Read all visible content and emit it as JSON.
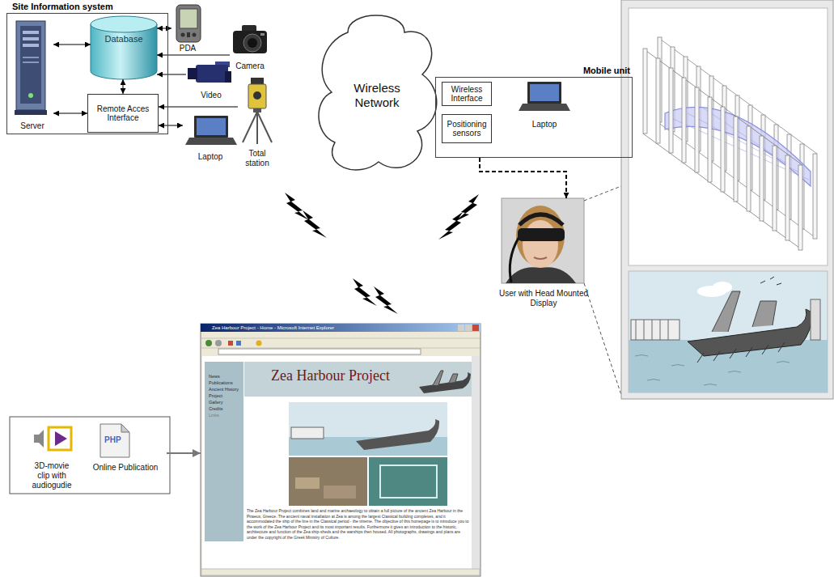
{
  "diagram": {
    "nodes": [
      {
        "text": [
          "Site Information system"
        ]
      },
      {
        "text": [
          "Server"
        ],
        "in": 0
      },
      {
        "text": [
          "Database"
        ],
        "in": 0
      },
      {
        "text": [
          "Remote Acces Interface"
        ],
        "in": 0
      },
      {
        "text": [
          "PDA"
        ]
      },
      {
        "text": [
          "Camera"
        ]
      },
      {
        "text": [
          "Video"
        ]
      },
      {
        "text": [
          "Total station"
        ]
      },
      {
        "text": [
          "Laptop"
        ]
      },
      {
        "text": [
          "Wireless Network"
        ]
      },
      {
        "text": [
          "Mobile unit"
        ]
      },
      {
        "text": [
          "Wireless Interface"
        ],
        "in": 10
      },
      {
        "text": [
          "Positioning sensors"
        ],
        "in": 10
      },
      {
        "text": [
          "Laptop"
        ],
        "in": 10
      },
      {
        "text": [
          "User with Head Mounted Display"
        ]
      },
      {
        "text": [
          "3D-movie clip with audiogudie"
        ]
      },
      {
        "text": [
          "Online Publication"
        ]
      },
      {
        "text": [
          "Zea Harbour Project - Home - Microsoft Internet Explorer",
          "Zea Harbour Project",
          "The Zea Harbour Project combines land and marine archaeology to obtain a full picture of the ancient Zea Harbour in the Piraeus, Greece. The ancient naval installation at Zea is among the largest Classical building complexes, and it accommodated the ship of the line in the Classical period - the trireme. The objective of this homepage is to introduce you to the work of the Zea Harbour Project and its most important results. Furthermore it gives an introduction to the historic, architecture and function of the Zea ship-sheds and the warships then housed. All photographs, drawings and plans are under the copyright of the Greek Ministry of Culture."
        ]
      }
    ],
    "edges": [
      {
        "from": 1,
        "to": 2,
        "arrow": "both"
      },
      {
        "from": 1,
        "to": 3,
        "arrow": "both"
      },
      {
        "from": 2,
        "to": 3,
        "arrow": "both"
      },
      {
        "from": 4,
        "to": 2,
        "arrow": "both"
      },
      {
        "from": 5,
        "to": 2,
        "arrow": "to"
      },
      {
        "from": 6,
        "to": 2,
        "arrow": "to"
      },
      {
        "from": 7,
        "to": 3,
        "arrow": "to"
      },
      {
        "from": 8,
        "to": 3,
        "arrow": "both"
      },
      {
        "from": 10,
        "to": 14,
        "arrow": "to"
      },
      {
        "from": 16,
        "to": 17,
        "arrow": "to"
      }
    ],
    "labels": [
      "News",
      "Publications",
      "Ancient History",
      "Project",
      "Gallery",
      "Credits",
      "Links",
      "PHP"
    ]
  }
}
